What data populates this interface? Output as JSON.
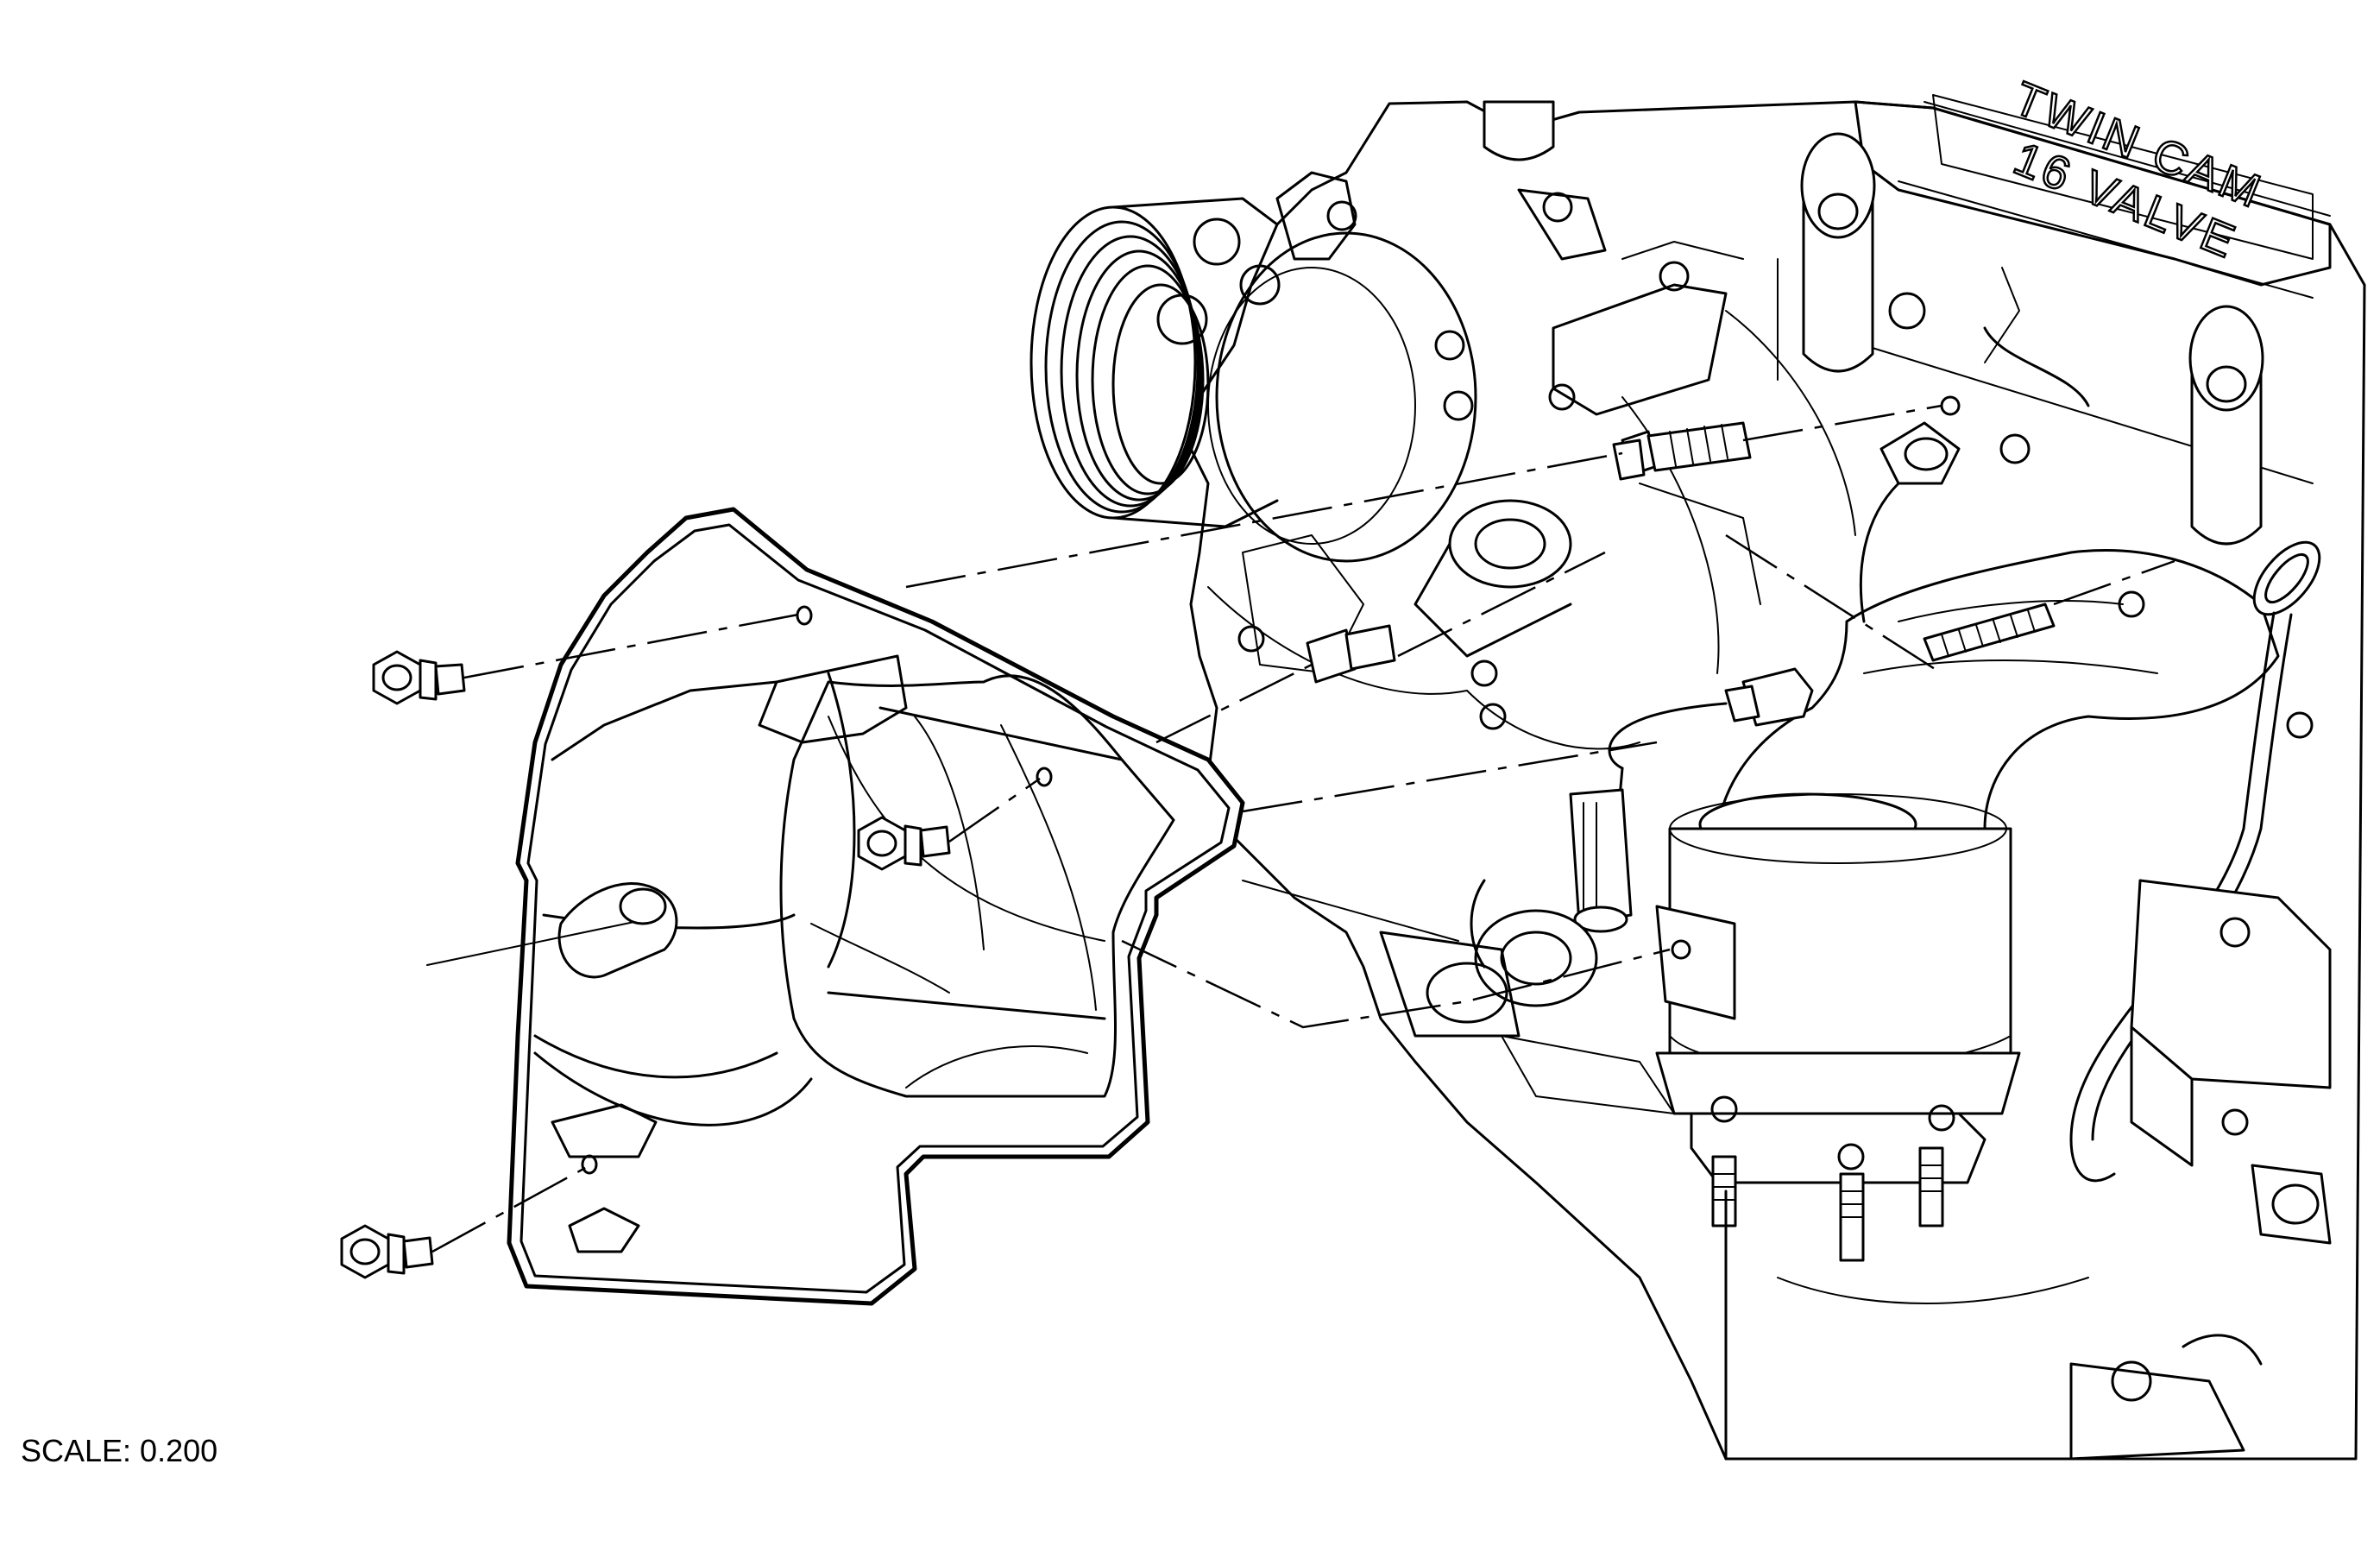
{
  "figure": {
    "scale_label": "SCALE: 0.200",
    "engine_embossing_line1": "TWIN CAM",
    "engine_embossing_line2": "16 VALVE"
  }
}
